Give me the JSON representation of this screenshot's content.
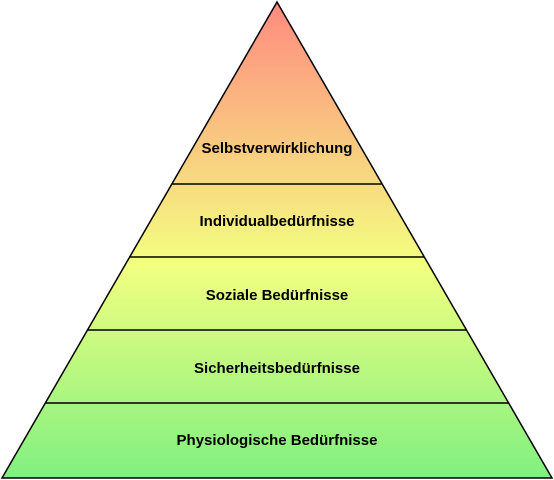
{
  "pyramid": {
    "levels": [
      {
        "label": "Selbstverwirklichung"
      },
      {
        "label": "Individualbedürfnisse"
      },
      {
        "label": "Soziale Bedürfnisse"
      },
      {
        "label": "Sicherheitsbedürfnisse"
      },
      {
        "label": "Physiologische Bedürfnisse"
      }
    ],
    "colors": {
      "top": "#ff8a80",
      "middle": "#f3ff80",
      "bottom": "#80f080",
      "outline": "#000000"
    }
  }
}
